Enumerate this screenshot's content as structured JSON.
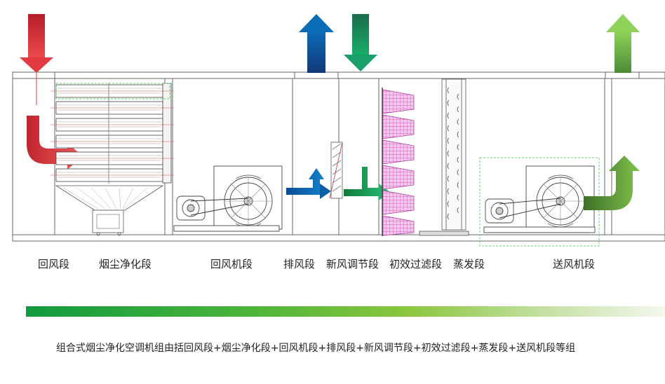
{
  "sections": [
    {
      "id": "return-air",
      "label": "回风段"
    },
    {
      "id": "dust-purification",
      "label": "烟尘净化段"
    },
    {
      "id": "return-fan",
      "label": "回风机段"
    },
    {
      "id": "exhaust",
      "label": "排风段"
    },
    {
      "id": "fresh-air-regulation",
      "label": "新风调节段"
    },
    {
      "id": "primary-filter",
      "label": "初效过滤段"
    },
    {
      "id": "evaporator",
      "label": "蒸发段"
    },
    {
      "id": "supply-fan",
      "label": "送风机段"
    }
  ],
  "caption": "组合式烟尘净化空调机组由括回风段+烟尘净化段+回风机段+排风段+新风调节段+初效过滤段+蒸发段+送风机段等组",
  "colors": {
    "return_air_arrow": "#e8333a",
    "exhaust_arrow": "#0b5fa8",
    "fresh_air_arrow": "#119a3f",
    "supply_air_arrow": "#7cc242",
    "filter_mesh": "#e060c8",
    "outline": "#555555"
  },
  "icons": [
    "red-down-arrow-icon",
    "blue-up-arrow-icon",
    "green-down-arrow-icon",
    "light-green-up-arrow-icon",
    "fan-icon",
    "motor-icon"
  ]
}
